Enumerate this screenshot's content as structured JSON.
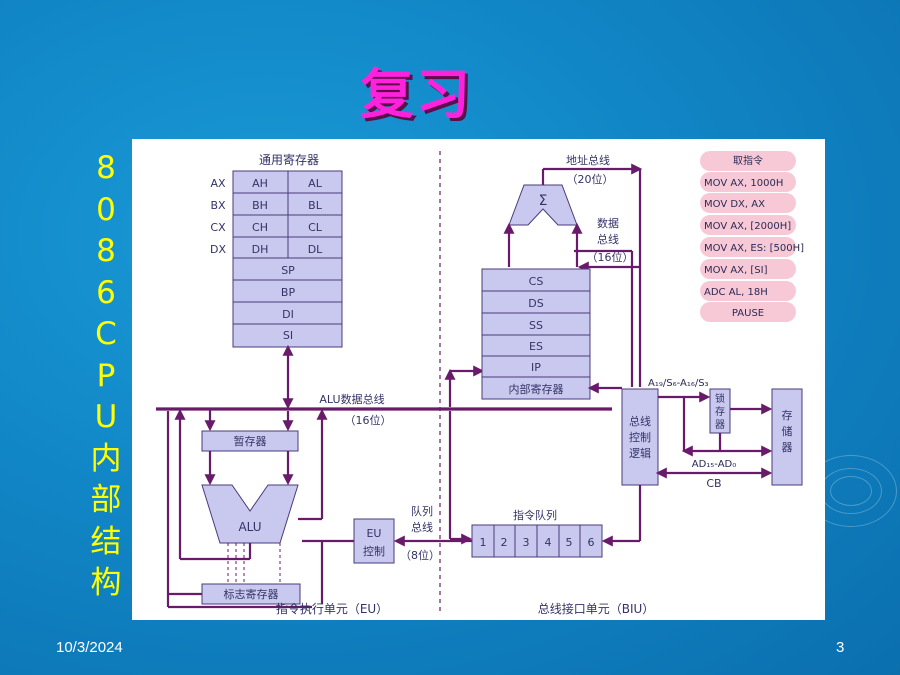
{
  "slide": {
    "title": "复习",
    "side_title": [
      "8",
      "0",
      "8",
      "6",
      "C",
      "P",
      "U",
      "内",
      "部",
      "结",
      "构"
    ],
    "date": "10/3/2024",
    "page_number": "3"
  },
  "diagram": {
    "general_registers": {
      "title": "通用寄存器",
      "rows": [
        {
          "label": "AX",
          "high": "AH",
          "low": "AL"
        },
        {
          "label": "BX",
          "high": "BH",
          "low": "BL"
        },
        {
          "label": "CX",
          "high": "CH",
          "low": "CL"
        },
        {
          "label": "DX",
          "high": "DH",
          "low": "DL"
        }
      ],
      "pointers": [
        "SP",
        "BP",
        "DI",
        "SI"
      ]
    },
    "alu_bus": {
      "label": "ALU数据总线",
      "width": "（16位）"
    },
    "temp_register": "暂存器",
    "alu": "ALU",
    "flags_register": "标志寄存器",
    "eu_control": [
      "EU",
      "控制"
    ],
    "queue_bus": {
      "label_lines": [
        "队列",
        "总线"
      ],
      "width": "（8位）"
    },
    "instruction_queue": {
      "title": "指令队列",
      "cells": [
        "1",
        "2",
        "3",
        "4",
        "5",
        "6"
      ]
    },
    "address_bus": {
      "label": "地址总线",
      "width": "（20位）"
    },
    "sigma": "Σ",
    "data_bus": {
      "label_lines": [
        "数据",
        "总线"
      ],
      "width": "（16位）"
    },
    "segment_registers": [
      "CS",
      "DS",
      "SS",
      "ES",
      "IP"
    ],
    "internal_registers": "内部寄存器",
    "bus_control_logic": [
      "总线",
      "控制",
      "逻辑"
    ],
    "address_status": "A₁₉/S₆-A₁₆/S₃",
    "latch": [
      "锁",
      "存",
      "器"
    ],
    "memory": [
      "存",
      "储",
      "器"
    ],
    "ad_bus": "AD₁₅-AD₀",
    "cb": "CB",
    "eu_unit": "指令执行单元（EU）",
    "biu_unit": "总线接口单元（BIU）",
    "instructions": {
      "title": "取指令",
      "items": [
        "MOV AX, 1000H",
        "MOV DX, AX",
        "MOV AX, [2000H]",
        "MOV AX, ES: [500H]",
        "MOV AX, [SI]",
        "ADC AL, 18H",
        "PAUSE"
      ]
    },
    "colors": {
      "line": "#6a1a6a",
      "box": "#c9c9f0",
      "pink": "#f7c9d6"
    }
  }
}
